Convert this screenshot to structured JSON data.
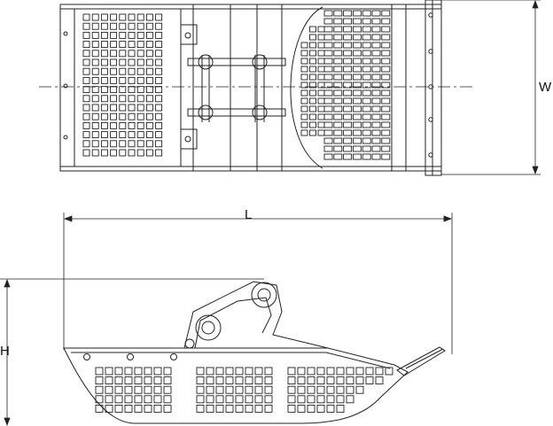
{
  "dimensions": {
    "width_label": "W",
    "length_label": "L",
    "height_label": "H"
  },
  "colors": {
    "line": "#222222",
    "fill": "#ffffff"
  }
}
